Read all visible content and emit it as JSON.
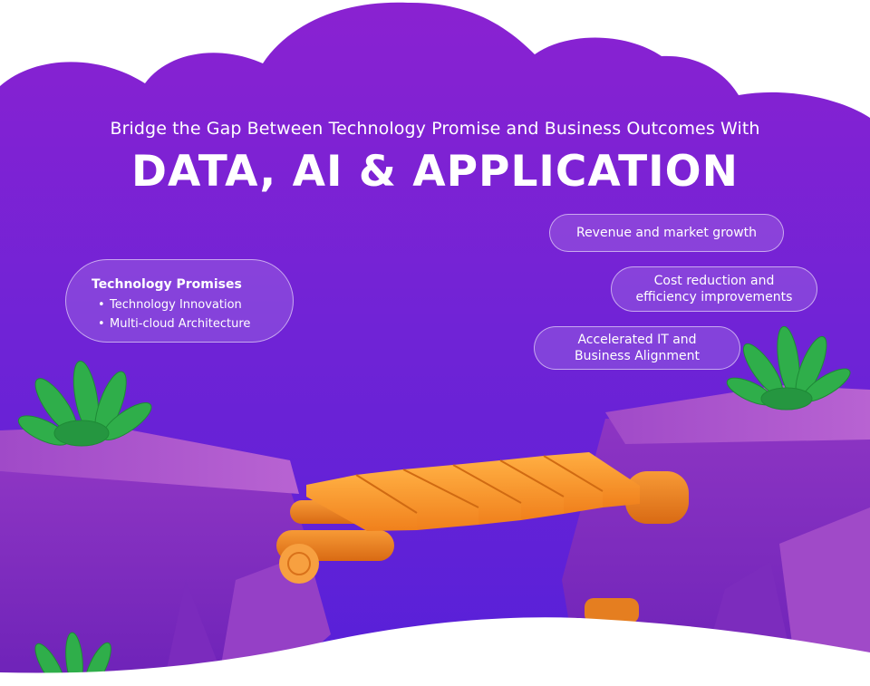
{
  "hero": {
    "subtitle": "Bridge the Gap Between Technology Promise and Business Outcomes With",
    "headline": "DATA, AI & APPLICATION"
  },
  "promises": {
    "title": "Technology Promises",
    "items": [
      "Technology Innovation",
      "Multi-cloud Architecture"
    ]
  },
  "outcomes": [
    "Revenue and market growth",
    "Cost reduction and efficiency improvements",
    "Accelerated IT and Business Alignment"
  ],
  "colors": {
    "purple_top": "#8a22d1",
    "purple_bottom": "#5a1fd8",
    "cliff": "#a34ec6",
    "plant": "#2fae4a",
    "wood": "#f08b26"
  }
}
